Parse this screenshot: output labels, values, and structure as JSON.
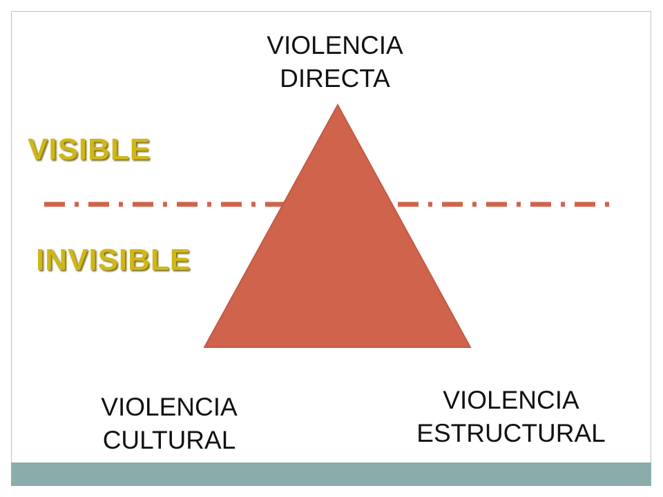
{
  "diagram": {
    "top_label": [
      "VIOLENCIA",
      "DIRECTA"
    ],
    "bottom_left_label": [
      "VIOLENCIA",
      "CULTURAL"
    ],
    "bottom_right_label": [
      "VIOLENCIA",
      "ESTRUCTURAL"
    ],
    "zone_above": "VISIBLE",
    "zone_below": "INVISIBLE"
  },
  "colors": {
    "triangle": "#d0634c",
    "divider": "#d0634c",
    "zone_text": "#cfb71a",
    "zone_shadow": "#7a6a10",
    "footer": "#8aacab"
  }
}
